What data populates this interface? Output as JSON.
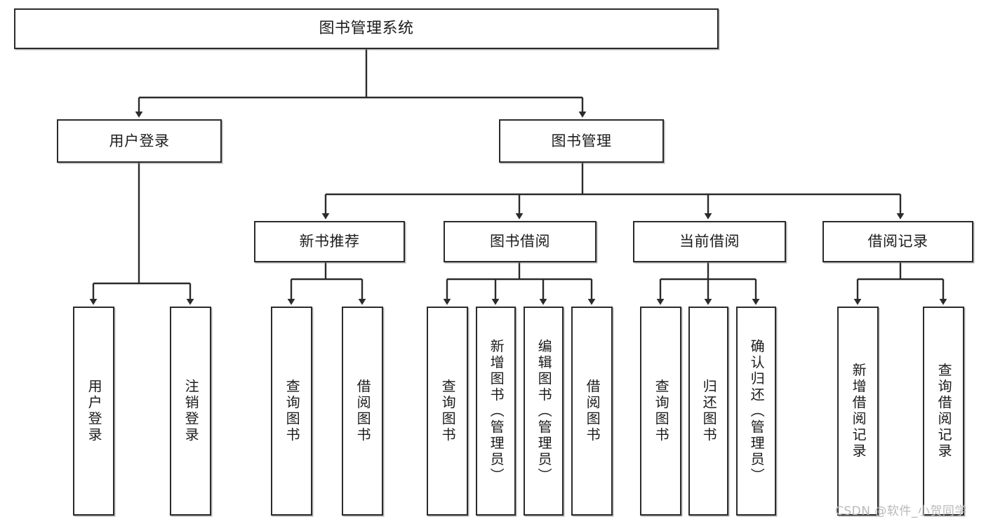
{
  "diagram": {
    "title": "图书管理系统",
    "type": "hierarchy-tree",
    "orientation": "top-down",
    "colors": {
      "box_border": "#2b2b2b",
      "box_fill": "#ffffff",
      "connector": "#2b2b2b",
      "text": "#1c1c1c",
      "watermark": "#b9b9b9",
      "background": "#ffffff"
    },
    "levels": {
      "root": [
        "图书管理系统"
      ],
      "level2": [
        "用户登录",
        "图书管理"
      ],
      "level3": [
        "新书推荐",
        "图书借阅",
        "当前借阅",
        "借阅记录"
      ],
      "leaves": [
        "用户登录",
        "注销登录",
        "查询图书",
        "借阅图书",
        "查询图书",
        "新增图书（管理员）",
        "编辑图书（管理员）",
        "借阅图书",
        "查询图书",
        "归还图书",
        "确认归还（管理员）",
        "新增借阅记录",
        "查询借阅记录"
      ]
    },
    "nodes": {
      "root": {
        "label": "图书管理系统"
      },
      "user_login": {
        "label": "用户登录"
      },
      "book_manage": {
        "label": "图书管理"
      },
      "new_book_rec": {
        "label": "新书推荐"
      },
      "book_borrow": {
        "label": "图书借阅"
      },
      "current_borrow": {
        "label": "当前借阅"
      },
      "borrow_record": {
        "label": "借阅记录"
      },
      "leaf_user_login": {
        "label": "用户登录"
      },
      "leaf_user_logout": {
        "label": "注销登录"
      },
      "leaf_query_book_1": {
        "label": "查询图书"
      },
      "leaf_borrow_book_1": {
        "label": "借阅图书"
      },
      "leaf_query_book_2": {
        "label": "查询图书"
      },
      "leaf_add_book": {
        "label": "新增图书（管理员）"
      },
      "leaf_edit_book": {
        "label": "编辑图书（管理员）"
      },
      "leaf_borrow_book_2": {
        "label": "借阅图书"
      },
      "leaf_query_book_3": {
        "label": "查询图书"
      },
      "leaf_return_book": {
        "label": "归还图书"
      },
      "leaf_confirm_return": {
        "label": "确认归还（管理员）"
      },
      "leaf_add_record": {
        "label": "新增借阅记录"
      },
      "leaf_query_record": {
        "label": "查询借阅记录"
      }
    },
    "edges": [
      {
        "from": "root",
        "to": "user_login"
      },
      {
        "from": "root",
        "to": "book_manage"
      },
      {
        "from": "user_login",
        "to": "leaf_user_login"
      },
      {
        "from": "user_login",
        "to": "leaf_user_logout"
      },
      {
        "from": "book_manage",
        "to": "new_book_rec"
      },
      {
        "from": "book_manage",
        "to": "book_borrow"
      },
      {
        "from": "book_manage",
        "to": "current_borrow"
      },
      {
        "from": "book_manage",
        "to": "borrow_record"
      },
      {
        "from": "new_book_rec",
        "to": "leaf_query_book_1"
      },
      {
        "from": "new_book_rec",
        "to": "leaf_borrow_book_1"
      },
      {
        "from": "book_borrow",
        "to": "leaf_query_book_2"
      },
      {
        "from": "book_borrow",
        "to": "leaf_add_book"
      },
      {
        "from": "book_borrow",
        "to": "leaf_edit_book"
      },
      {
        "from": "book_borrow",
        "to": "leaf_borrow_book_2"
      },
      {
        "from": "current_borrow",
        "to": "leaf_query_book_3"
      },
      {
        "from": "current_borrow",
        "to": "leaf_return_book"
      },
      {
        "from": "current_borrow",
        "to": "leaf_confirm_return"
      },
      {
        "from": "borrow_record",
        "to": "leaf_add_record"
      },
      {
        "from": "borrow_record",
        "to": "leaf_query_record"
      }
    ]
  },
  "watermark": {
    "text": "CSDN @软件_小贺同学"
  }
}
